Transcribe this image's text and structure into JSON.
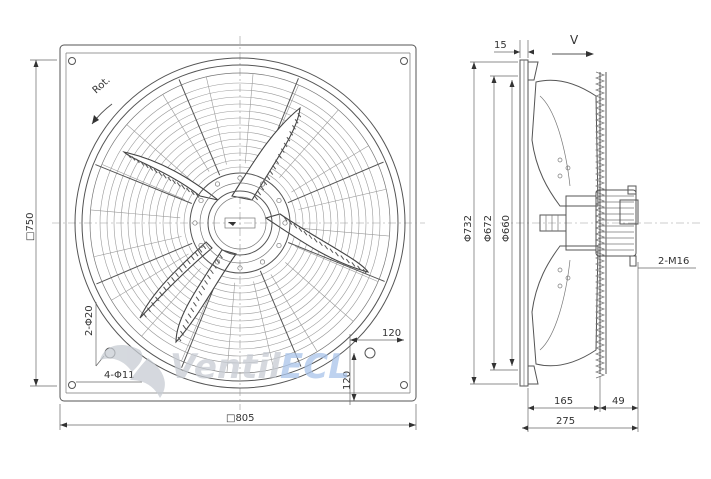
{
  "front_view": {
    "rotation_label": "Rot.",
    "dim_overall_width": "□805",
    "dim_overall_height": "□750",
    "dim_hole_spacing_h": "120",
    "dim_hole_spacing_v": "120",
    "dim_fixing_holes": "4-Φ11",
    "dim_lifting_holes": "2-Φ20"
  },
  "side_view": {
    "airflow_label": "V",
    "dim_flange_depth": "15",
    "dim_diameter_outer": "Φ732",
    "dim_diameter_mid": "Φ672",
    "dim_diameter_inner": "Φ660",
    "dim_motor_bolts": "2-M16",
    "dim_depth_165": "165",
    "dim_depth_49": "49",
    "dim_total_depth": "275"
  },
  "watermark": {
    "text_part1": "Ventil",
    "text_part2": "ECL",
    "color_part1": "#c7ccd3",
    "color_part2": "#a9c4ea"
  },
  "colors": {
    "line": "#555555",
    "background": "#ffffff"
  }
}
